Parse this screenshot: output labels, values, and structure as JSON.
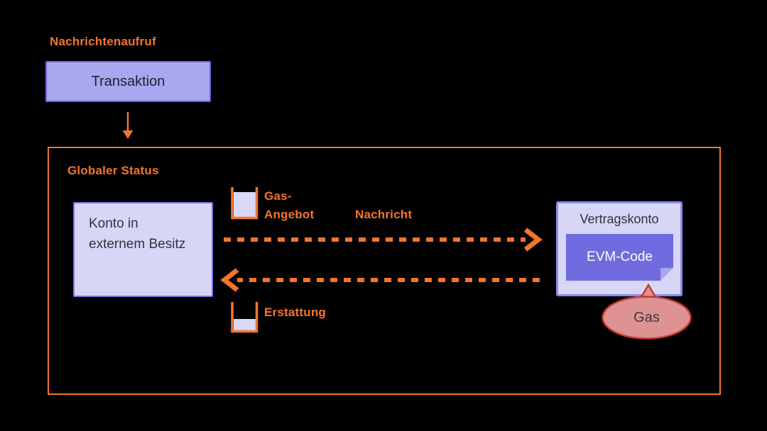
{
  "diagram": {
    "flow_label": "Nachrichtenaufruf",
    "transaction": "Transaktion",
    "global_state_label": "Globaler Status",
    "eoa_label": "Konto in externem Besitz",
    "gas_offer_label": "Gas-Angebot",
    "message_label": "Nachricht",
    "refund_label": "Erstattung",
    "contract_label": "Vertragskonto",
    "evm_code_label": "EVM-Code",
    "gas_label": "Gas"
  },
  "colors": {
    "background": "#000000",
    "orange": "#f2752e",
    "panel_fill": "#d7d6f7",
    "panel_border": "#7a74e0",
    "contract_border": "#8d8aec",
    "transaction_fill": "#a9a7f0",
    "transaction_border": "#6b64dd",
    "evm_fill": "#706bdf",
    "evm_fold": "#a9a6f0",
    "gauge_fill": "#d9d8f6",
    "gas_fill": "#df9292",
    "gas_border": "#c33b32",
    "dark_text": "#32323c",
    "white_text": "#ffffff"
  }
}
